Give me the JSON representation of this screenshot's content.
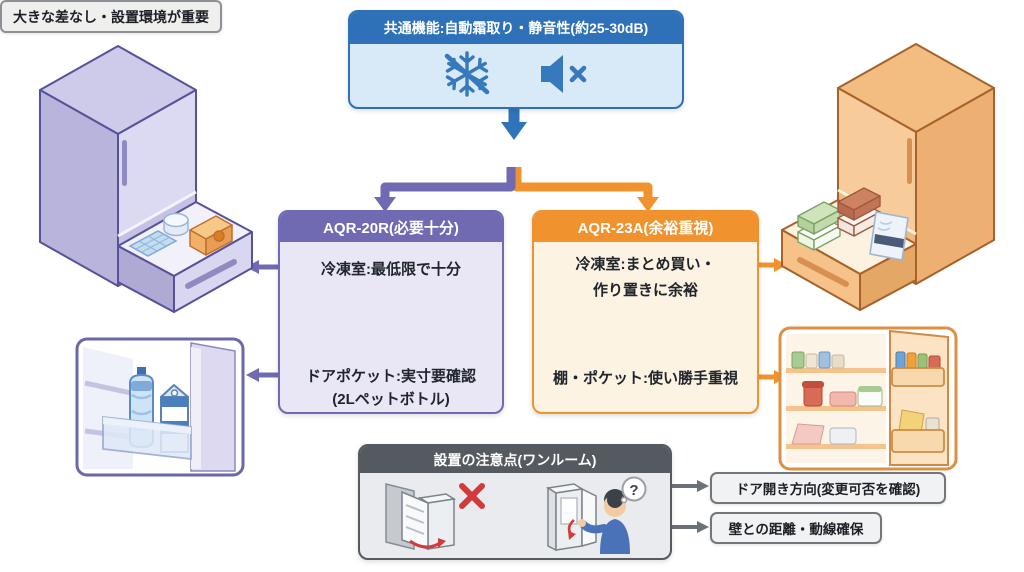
{
  "common_box": {
    "title": "共通機能:自動霜取り・静音性(約25-30dB)",
    "icons": [
      "defrost-snowflake-icon",
      "mute-speaker-icon"
    ]
  },
  "decision_label": "大きな差なし・設置環境が重要",
  "model_left": {
    "header": "AQR-20R(必要十分)",
    "freezer_note": "冷凍室:最低限で十分",
    "pocket_note_line1": "ドアポケット:実寸要確認",
    "pocket_note_line2": "(2Lペットボトル)"
  },
  "model_right": {
    "header": "AQR-23A(余裕重視)",
    "freezer_note_line1": "冷凍室:まとめ買い・",
    "freezer_note_line2": "作り置きに余裕",
    "shelf_note": "棚・ポケット:使い勝手重視"
  },
  "caution": {
    "header": "設置の注意点(ワンルーム)",
    "bubble_text": "?"
  },
  "notes": [
    {
      "label": "ドア開き方向(変更可否を確認)"
    },
    {
      "label": "壁との距離・動線確保"
    }
  ],
  "colors": {
    "blue": "#2e71b8",
    "blue_light": "#d8e9f8",
    "purple": "#6f6ab2",
    "purple_light": "#e9e7f6",
    "orange": "#f0922e",
    "orange_light": "#fdf3e2",
    "gray_dark": "#555a60",
    "gray_light": "#e9ebee",
    "red_warning": "#d23b3b"
  }
}
